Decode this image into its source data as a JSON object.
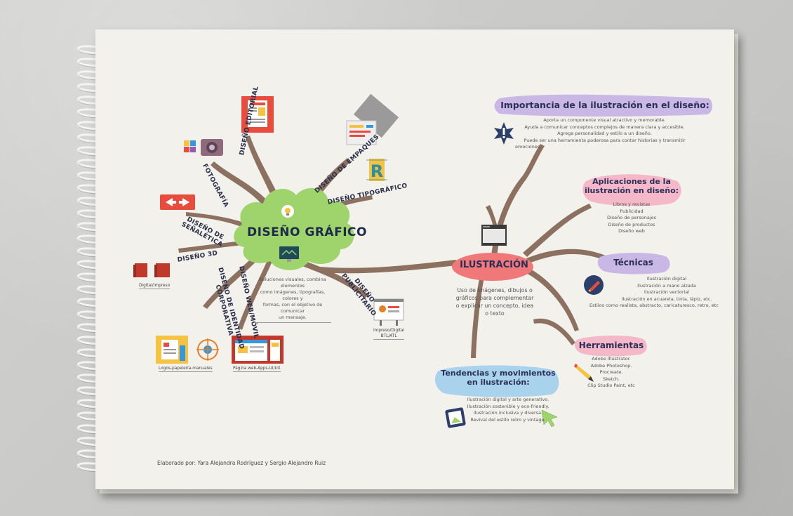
{
  "center": {
    "title": "DISEÑO GRÁFICO",
    "description": [
      "Soluciones visuales, combina elementos",
      "como imágenes, tipografías, colores y",
      "formas, con el objetivo de comunicar",
      "un mensaje."
    ]
  },
  "branches": {
    "editorial": "DISEÑO EDITORIAL",
    "fotografia": "FOTOGRAFÍA",
    "empaques": "DISEÑO DE EMPAQUES",
    "tipografico": "DISEÑO TIPOGRÁFICO",
    "senaletica": [
      "DISEÑO DE",
      "SEÑALÉTICA"
    ],
    "diseno3d": "DISEÑO 3D",
    "identidad": [
      "DISEÑO DE IDENTIDAD",
      "CORPORATIVA"
    ],
    "web": "DISEÑO WEB/MÓVIL",
    "publicitario": [
      "DISEÑO",
      "PUBLICITARIO"
    ]
  },
  "captions": {
    "digital_impreso": "Digital/Impreso",
    "logos": "Logos-papelería-manuales",
    "pagina_web": "Página web-Apps-UI/UX",
    "impreso_digital": [
      "Impreso/Digital",
      "BTL/ATL"
    ]
  },
  "ilustracion": {
    "title": "ILUSTRACIÓN",
    "description": [
      "Uso de imágenes, dibujos o",
      "gráficos para complementar",
      "o explicar un concepto, idea",
      "o texto"
    ]
  },
  "importancia": {
    "title": "Importancia de la ilustración en el diseño:",
    "items": [
      "Aporta un componente visual atractivo y memorable.",
      "Ayuda a comunicar conceptos complejos de manera clara y accesible.",
      "Agrega personalidad y estilo a un diseño.",
      "Puede ser una herramienta poderosa para contar historias y transmitir",
      "emociones."
    ]
  },
  "aplicaciones": {
    "title": [
      "Aplicaciones de la",
      "ilustración en diseño:"
    ],
    "items": [
      "Libros y revistas",
      "Publicidad",
      "Diseño de personajes",
      "Diseño de productos",
      "Diseño web"
    ]
  },
  "tecnicas": {
    "title": "Técnicas",
    "items": [
      "Ilustración digital",
      "Ilustración a mano alzada",
      "Ilustración vectorial",
      "Ilustración en acuarela, tinta, lápiz, etc.",
      "Estilos como realista, abstracto, caricaturesco, retro, etc"
    ]
  },
  "herramientas": {
    "title": "Herramientas",
    "items": [
      "Adobe Illustrator.",
      "Adobe Photoshop.",
      "Procreate.",
      "Sketch.",
      "Clip Studio Paint, etc"
    ]
  },
  "tendencias": {
    "title": [
      "Tendencias y movimientos",
      "en ilustración:"
    ],
    "items": [
      "Ilustración digital y arte generativo.",
      "Ilustración sostenible y eco-friendly.",
      "Ilustración inclusiva y diversa.",
      "Revival del estilo retro y vintage."
    ]
  },
  "footer": "Elaborado por: Yara Alejandra Rodríguez y Sergio Alejandro Ruiz",
  "colors": {
    "branch": "#8d7160",
    "cloud": "#9ed46b",
    "ilustracion_blob": "#f07878",
    "purple_blob": "#c9b8e6",
    "pink_blob": "#f4b8c8",
    "blue_blob": "#a9d3ec",
    "red_icon": "#e74c3c",
    "yellow_icon": "#f5c242"
  },
  "icons": [
    "magazine-icon",
    "camera-icon",
    "box-icon",
    "letter-r-icon",
    "arrows-sign-icon",
    "cube-icon",
    "logo-sheet-icon",
    "website-icon",
    "billboard-icon",
    "monitor-icon",
    "lightbulb-icon",
    "exclamation-icon",
    "brush-icon",
    "pencil-icon",
    "picture-icon",
    "cursor-icon"
  ]
}
